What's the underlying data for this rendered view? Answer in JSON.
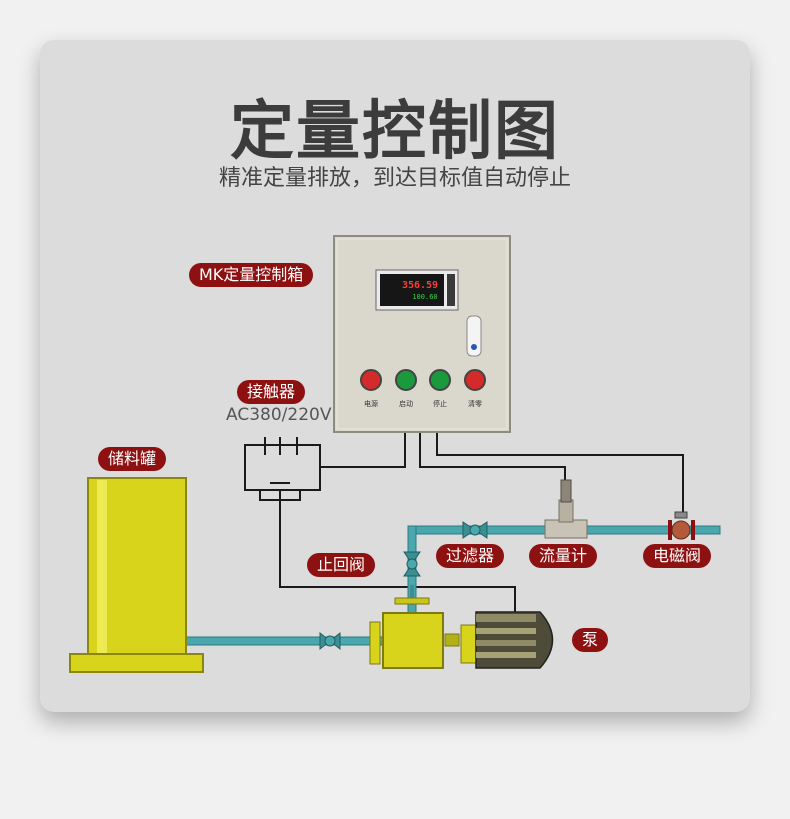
{
  "page": {
    "title": "定量控制图",
    "subtitle": "精准定量排放，到达目标值自动停止"
  },
  "diagram": {
    "control_box": {
      "label": "MK定量控制箱",
      "display_primary": "356.59",
      "display_secondary": "100.60",
      "buttons": [
        {
          "label": "电源",
          "color": "#d42a2a"
        },
        {
          "label": "启动",
          "color": "#1a9a3c"
        },
        {
          "label": "停止",
          "color": "#1a9a3c"
        },
        {
          "label": "清零",
          "color": "#d42a2a"
        }
      ]
    },
    "contactor": {
      "label": "接触器",
      "spec": "AC380/220V"
    },
    "components": {
      "tank": "储料罐",
      "check_valve": "止回阀",
      "filter": "过滤器",
      "flowmeter": "流量计",
      "solenoid_valve": "电磁阀",
      "pump": "泵"
    },
    "colors": {
      "tag_bg": "#8e1111",
      "pipe": "#4aa7ad",
      "tank": "#d8d41c",
      "panel": "#d9d6cc"
    }
  }
}
